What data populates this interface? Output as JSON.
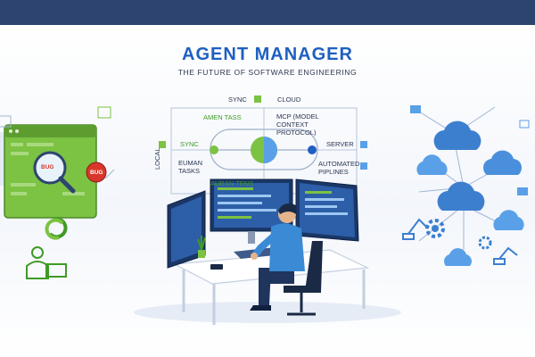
{
  "header": {
    "title": "AGENT MANAGER",
    "subtitle": "THE FUTURE OF SOFTWARE ENGINEERING"
  },
  "diagram": {
    "sync_top": "SYNC",
    "cloud": "CLOUD",
    "agent_tasks": "AMEN TASS",
    "mcp": "MCP (MODEL CONTEXT PROTOCOL)",
    "sync_left": "SYNC",
    "server": "SERVER",
    "local": "LOCAL",
    "human_tasks": "EUMAN TASKS",
    "automated_pipelines": "AUTOMATED PIPLINES",
    "bottom_label": "AURAN TENS"
  },
  "left_panel": {
    "bug_label_1": "BUG",
    "bug_label_2": "BUG"
  },
  "colors": {
    "topbar": "#2e4470",
    "brand_blue": "#1f5fc2",
    "accent_green": "#7cc243",
    "light_blue": "#5aa0e8"
  },
  "icons": [
    "magnifier-icon",
    "bug-icon",
    "refresh-icon",
    "person-icon",
    "cloud-icon",
    "gear-icon",
    "robot-arm-icon",
    "computer-icon"
  ]
}
